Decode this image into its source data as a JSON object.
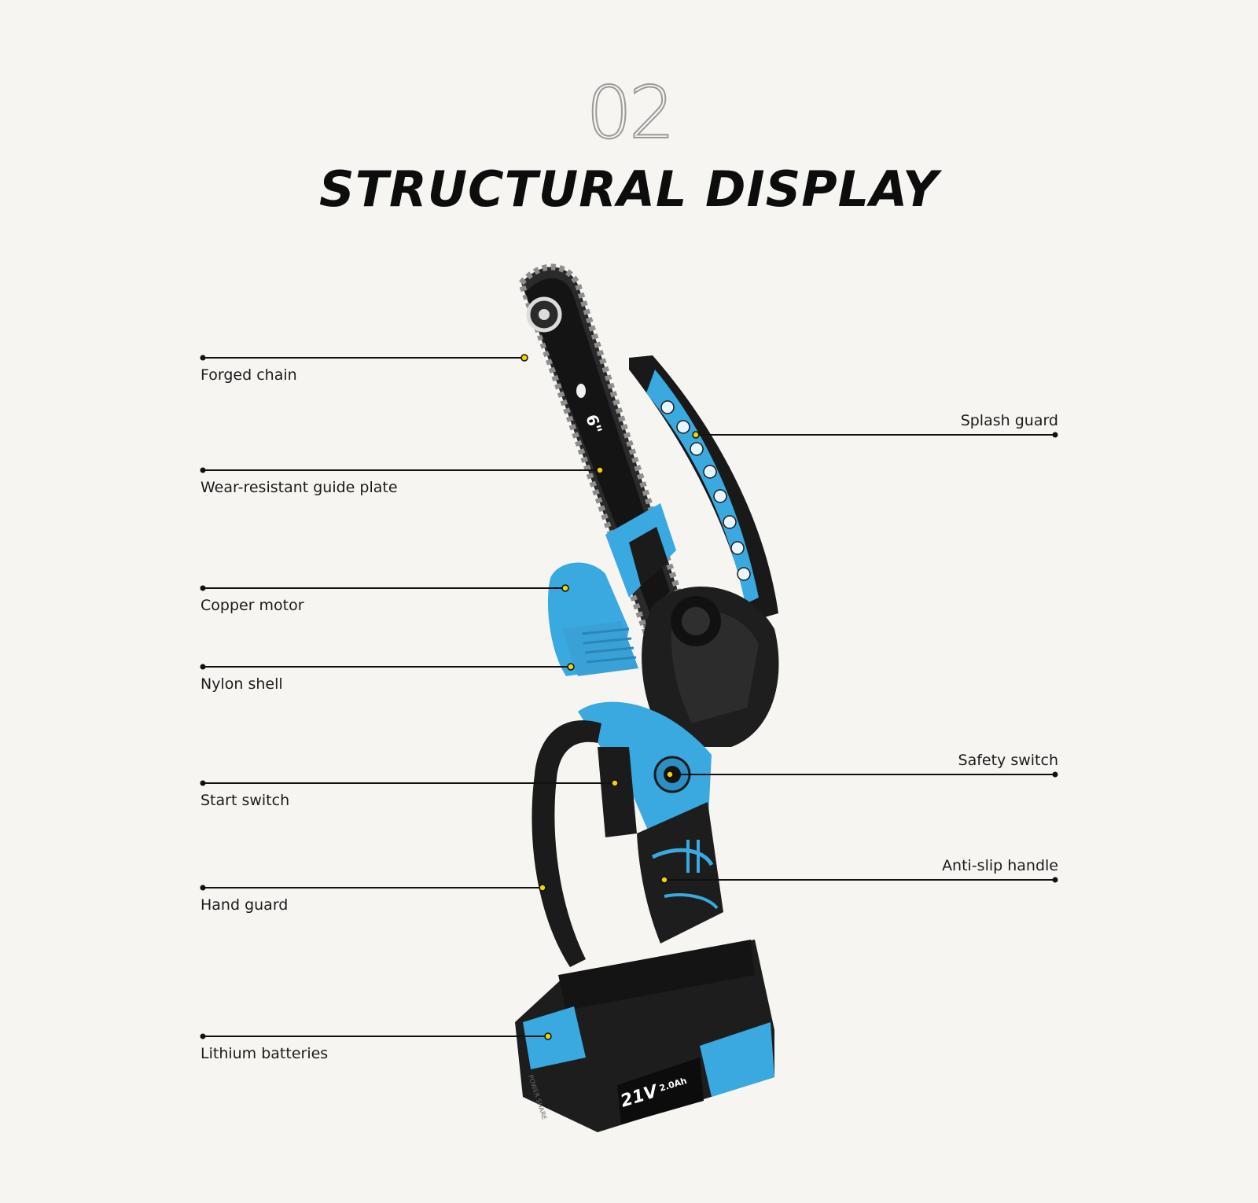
{
  "header": {
    "section_number": "02",
    "title": "STRUCTURAL DISPLAY"
  },
  "labels": {
    "left": [
      "Forged chain",
      "Wear-resistant guide plate",
      "Copper motor",
      "Nylon shell",
      "Start switch",
      "Hand guard",
      "Lithium batteries"
    ],
    "right": [
      "Splash guard",
      "Safety switch",
      "Anti-slip handle"
    ]
  },
  "product": {
    "bar_size_text": "6\"",
    "battery_voltage": "21V",
    "battery_capacity": "2.0Ah",
    "battery_side_text": "POWER SHARE"
  },
  "colors": {
    "accent_blue": "#39a9e0",
    "body_black": "#1c1c1c",
    "leader_line": "#111111",
    "pin_dot": "#f2d200"
  }
}
